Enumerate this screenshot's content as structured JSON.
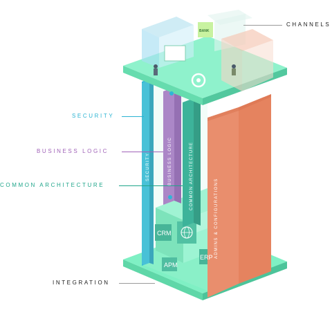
{
  "labels": {
    "channels": "CHANNELS",
    "security": "SECURITY",
    "business_logic": "BUSINESS LOGIC",
    "common_architecture": "COMMON ARCHITECTURE",
    "integration": "INTEGRATION"
  },
  "pillars": {
    "security": "SECURITY",
    "business_logic": "BUSINESS LOGIC",
    "common_architecture": "COMMON ARCHITECTURE",
    "admins_configurations": "ADMINS & CONFIGURATIONS"
  },
  "blocks": {
    "crm": "CRM",
    "apm": "APM",
    "erp": "ERP",
    "bank": "BANK"
  },
  "colors": {
    "security": "#2ab3d2",
    "business_logic": "#a062b8",
    "common_architecture": "#1fa58a",
    "admins": "#e5835f",
    "platform": "#8ff2cc"
  }
}
